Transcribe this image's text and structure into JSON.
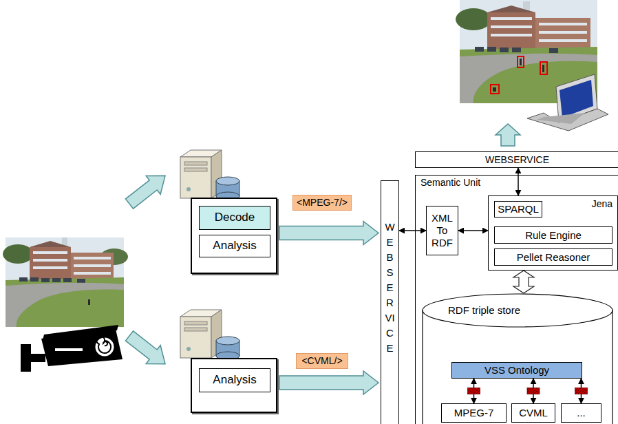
{
  "diagram": {
    "nodes": [
      {
        "text": []
      },
      {
        "text": [
          "Decode"
        ],
        "in": 0
      },
      {
        "text": [
          "Analysis"
        ],
        "in": 0
      },
      {
        "text": [
          "<MPEG-7/>"
        ]
      },
      {
        "text": []
      },
      {
        "text": [
          "Analysis"
        ],
        "in": 4
      },
      {
        "text": [
          "<CVML/>"
        ]
      },
      {
        "text": [
          "WEBSERVICE"
        ]
      },
      {
        "text": [
          "WEBSERVICE"
        ]
      },
      {
        "text": [
          "Semantic Unit"
        ]
      },
      {
        "text": [
          "XML To RDF"
        ],
        "in": 9
      },
      {
        "text": [
          "Jena"
        ],
        "in": 9
      },
      {
        "text": [
          "SPARQL"
        ],
        "in": 11
      },
      {
        "text": [
          "Rule Engine"
        ],
        "in": 11
      },
      {
        "text": [
          "Pellet Reasoner"
        ],
        "in": 11
      },
      {
        "text": [
          "RDF triple store"
        ],
        "in": 9
      },
      {
        "text": [
          "VSS Ontology"
        ],
        "in": 15
      },
      {
        "text": [
          "MPEG-7"
        ],
        "in": 15
      },
      {
        "text": [
          "CVML"
        ],
        "in": 15
      },
      {
        "text": [
          "..."
        ],
        "in": 15
      }
    ],
    "edges": [
      {
        "from": 0,
        "to": 7,
        "arrow": "to"
      },
      {
        "from": 4,
        "to": 7,
        "arrow": "to"
      },
      {
        "from": 7,
        "to": 10,
        "arrow": "both"
      },
      {
        "from": 10,
        "to": 11,
        "arrow": "both"
      },
      {
        "from": 8,
        "to": 11,
        "arrow": "both"
      },
      {
        "from": 11,
        "to": 15,
        "arrow": "both"
      },
      {
        "from": 16,
        "to": 17,
        "arrow": "both"
      },
      {
        "from": 16,
        "to": 18,
        "arrow": "both"
      },
      {
        "from": 16,
        "to": 19,
        "arrow": "both"
      }
    ]
  }
}
